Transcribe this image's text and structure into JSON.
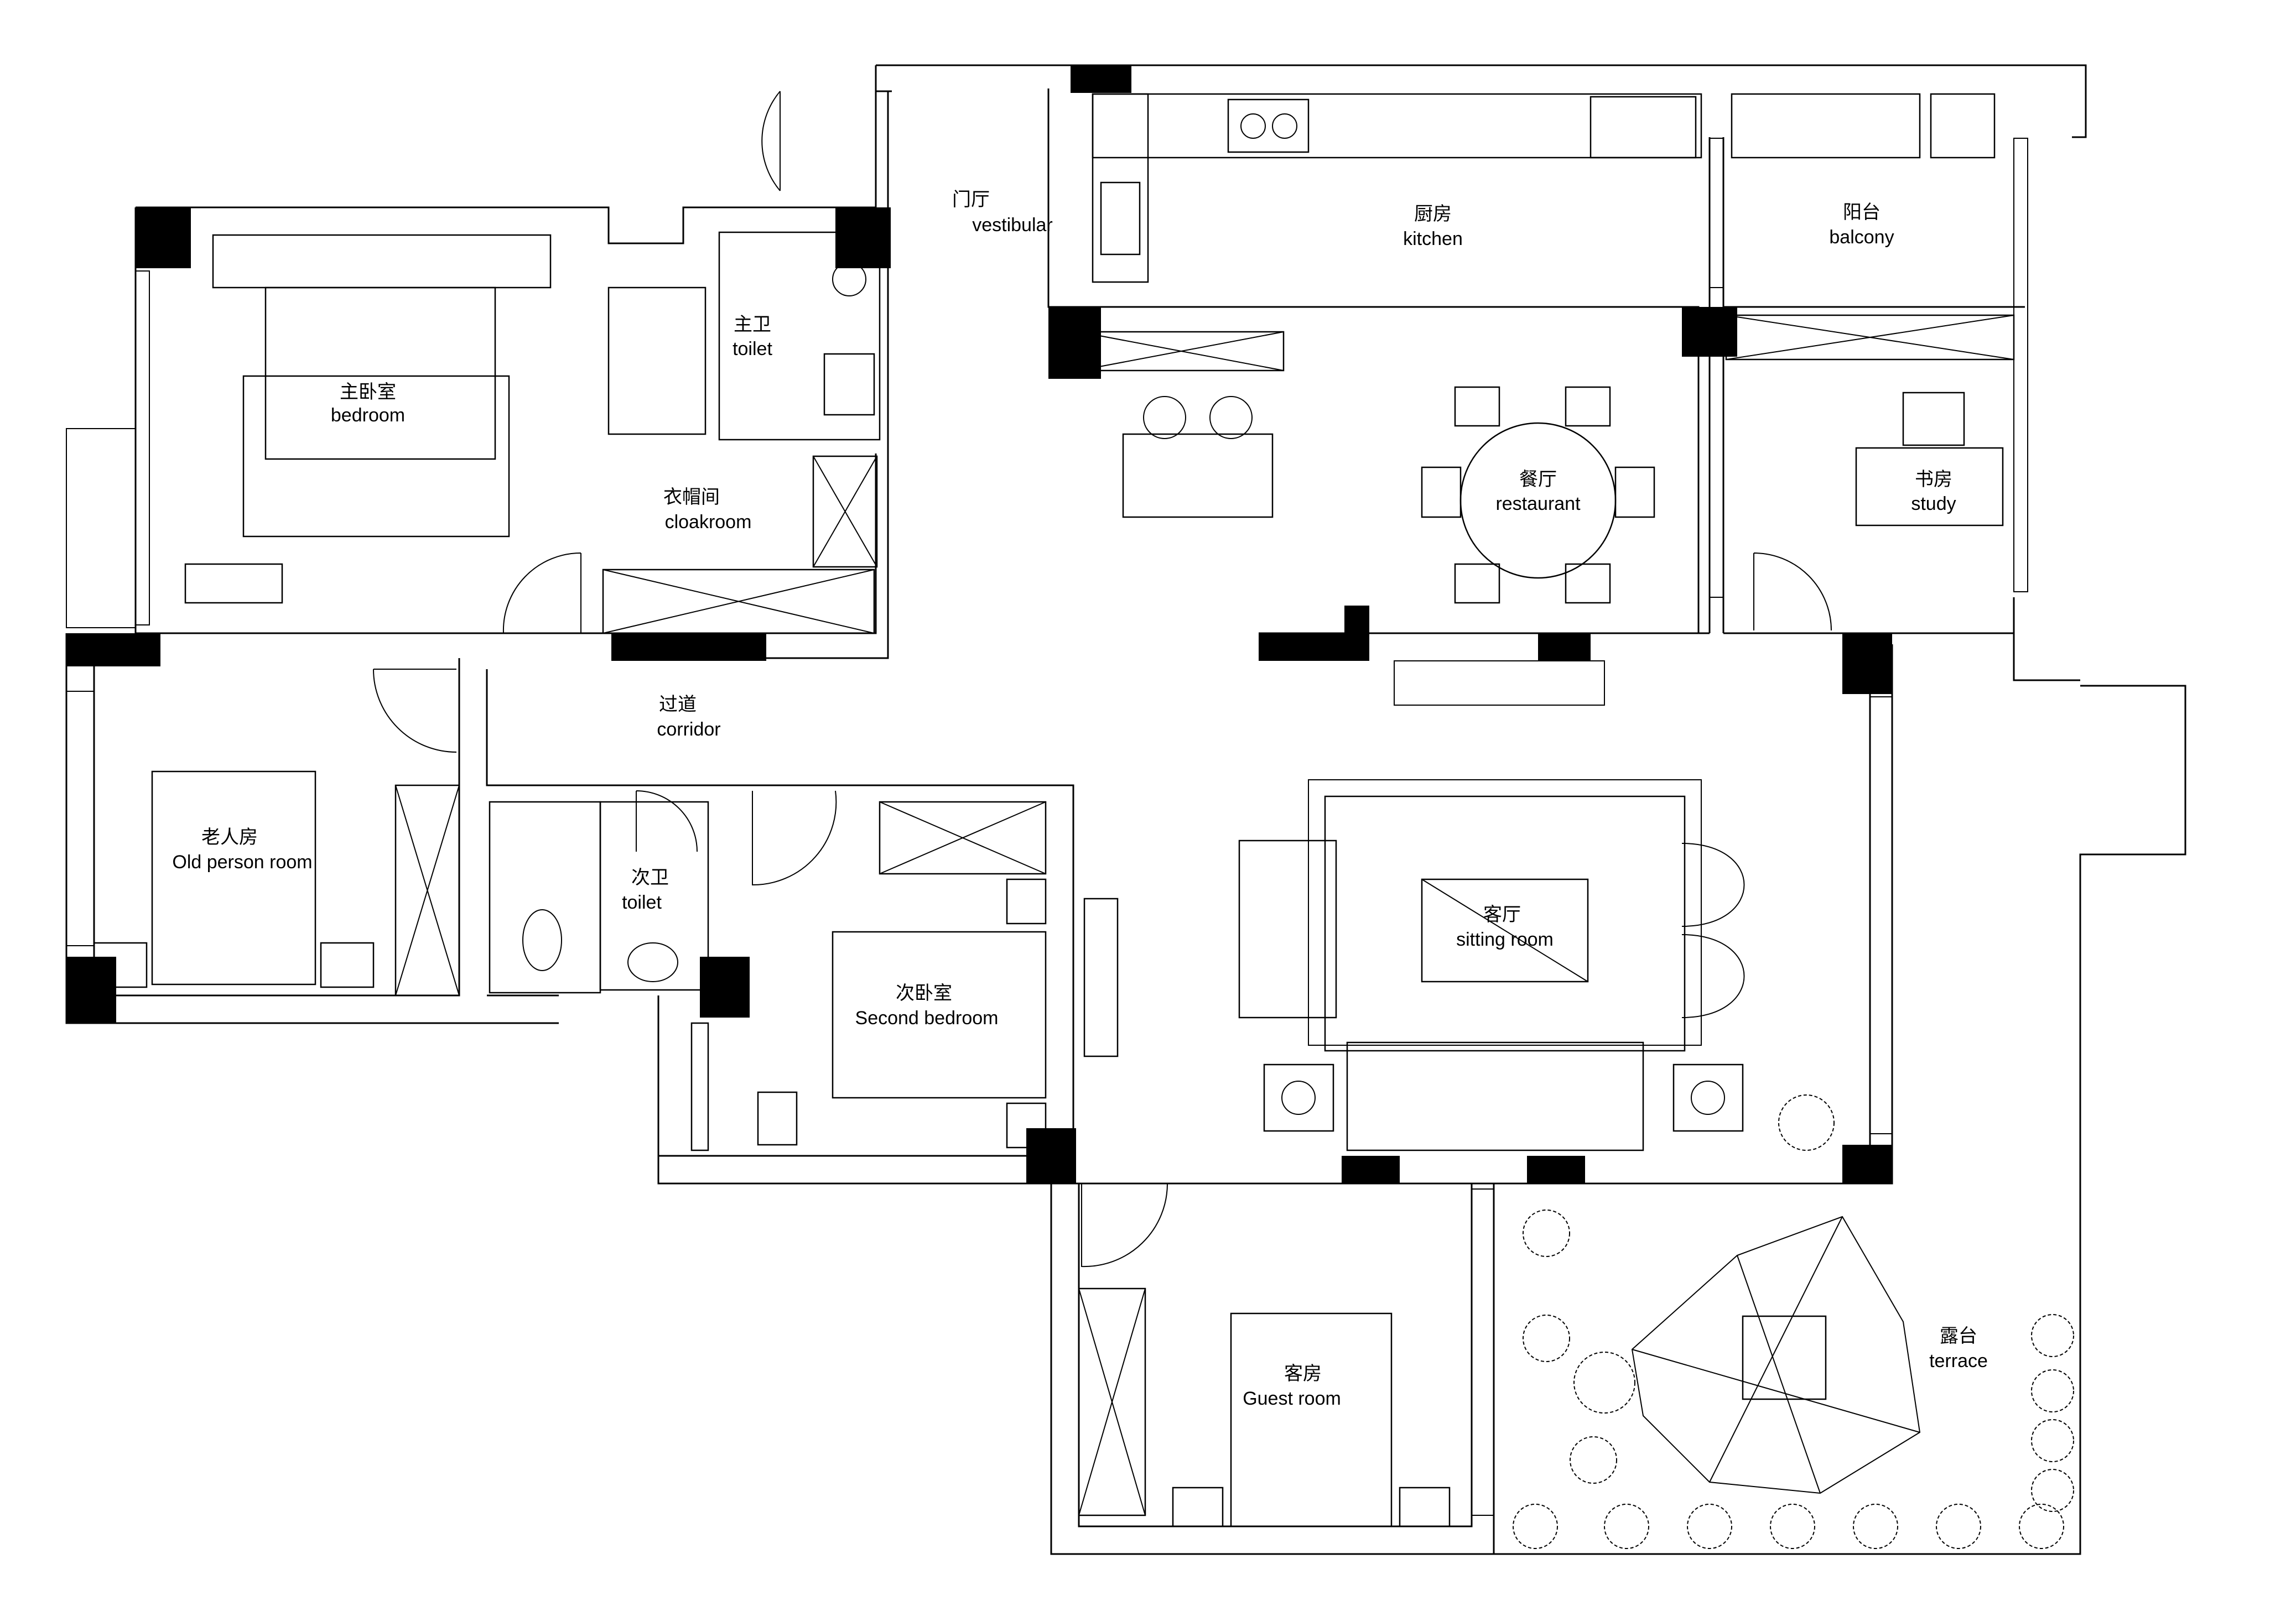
{
  "floor_plan": {
    "rooms": [
      {
        "key": "vestibular",
        "zh": "门厅",
        "en": "vestibular"
      },
      {
        "key": "kitchen",
        "zh": "厨房",
        "en": "kitchen"
      },
      {
        "key": "balcony",
        "zh": "阳台",
        "en": "balcony"
      },
      {
        "key": "master_bedroom",
        "zh": "主卧室",
        "en": "bedroom"
      },
      {
        "key": "master_toilet",
        "zh": "主卫",
        "en": "toilet"
      },
      {
        "key": "cloakroom",
        "zh": "衣帽间",
        "en": "cloakroom"
      },
      {
        "key": "restaurant",
        "zh": "餐厅",
        "en": "restaurant"
      },
      {
        "key": "study",
        "zh": "书房",
        "en": "study"
      },
      {
        "key": "corridor",
        "zh": "过道",
        "en": "corridor"
      },
      {
        "key": "old_person_room",
        "zh": "老人房",
        "en": "Old person room"
      },
      {
        "key": "second_toilet",
        "zh": "次卫",
        "en": "toilet"
      },
      {
        "key": "second_bedroom",
        "zh": "次卧室",
        "en": "Second bedroom"
      },
      {
        "key": "sitting_room",
        "zh": "客厅",
        "en": "sitting room"
      },
      {
        "key": "guest_room",
        "zh": "客房",
        "en": "Guest room"
      },
      {
        "key": "terrace",
        "zh": "露台",
        "en": "terrace"
      }
    ]
  }
}
